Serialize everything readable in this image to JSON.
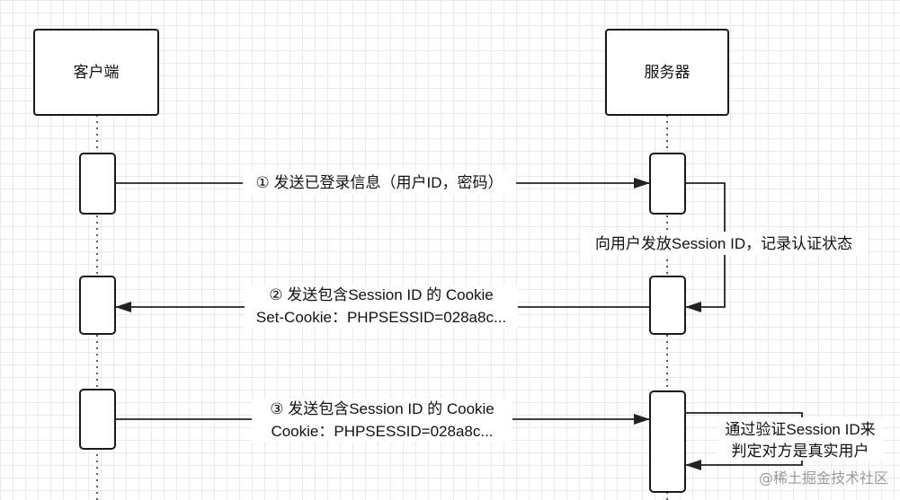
{
  "participants": {
    "client": "客户端",
    "server": "服务器"
  },
  "messages": {
    "step1": "① 发送已登录信息（用户ID，密码）",
    "server_note": "向用户发放Session ID，记录认证状态",
    "step2_line1": "② 发送包含Session ID 的 Cookie",
    "step2_line2": "Set-Cookie：PHPSESSID=028a8c...",
    "step3_line1": "③ 发送包含Session ID 的 Cookie",
    "step3_line2": "Cookie：PHPSESSID=028a8c...",
    "verify_line1": "通过验证Session ID来",
    "verify_line2": "判定对方是真实用户"
  },
  "watermark": "@稀土掘金技术社区"
}
